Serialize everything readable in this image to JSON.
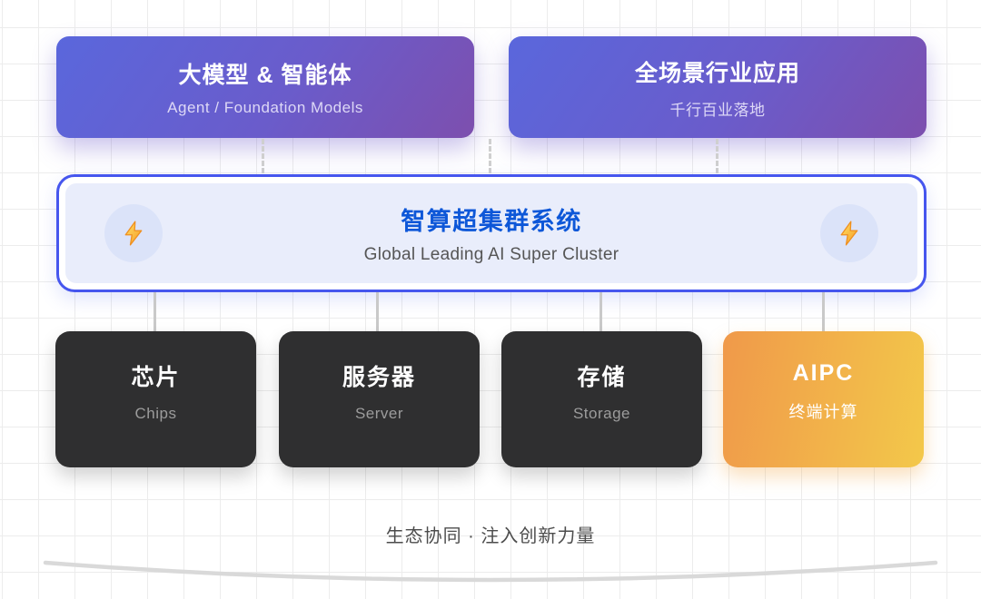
{
  "top_boxes": [
    {
      "title": "大模型 & 智能体",
      "subtitle": "Agent / Foundation Models"
    },
    {
      "title": "全场景行业应用",
      "subtitle": "千行百业落地"
    }
  ],
  "cluster": {
    "title": "智算超集群系统",
    "subtitle": "Global Leading AI Super Cluster",
    "icon": "lightning-icon"
  },
  "bottom_boxes": [
    {
      "title": "芯片",
      "subtitle": "Chips",
      "variant": "dark"
    },
    {
      "title": "服务器",
      "subtitle": "Server",
      "variant": "dark"
    },
    {
      "title": "存储",
      "subtitle": "Storage",
      "variant": "dark"
    },
    {
      "title": "AIPC",
      "subtitle": "终端计算",
      "variant": "orange"
    }
  ],
  "footer": {
    "tagline": "生态协同 · 注入创新力量"
  },
  "colors": {
    "purple_gradient_start": "#5a67dc",
    "purple_gradient_end": "#7d4fae",
    "cluster_border": "#4656ee",
    "cluster_fill": "#e9edfb",
    "cluster_title": "#0d57d8",
    "dark_box": "#2f2f30",
    "orange_gradient_start": "#f0994a",
    "orange_gradient_end": "#f3c84a",
    "connector": "#c9c9c9",
    "grid_line": "#ececec",
    "bolt_yellow": "#ffd34d",
    "bolt_orange": "#f59b23"
  }
}
